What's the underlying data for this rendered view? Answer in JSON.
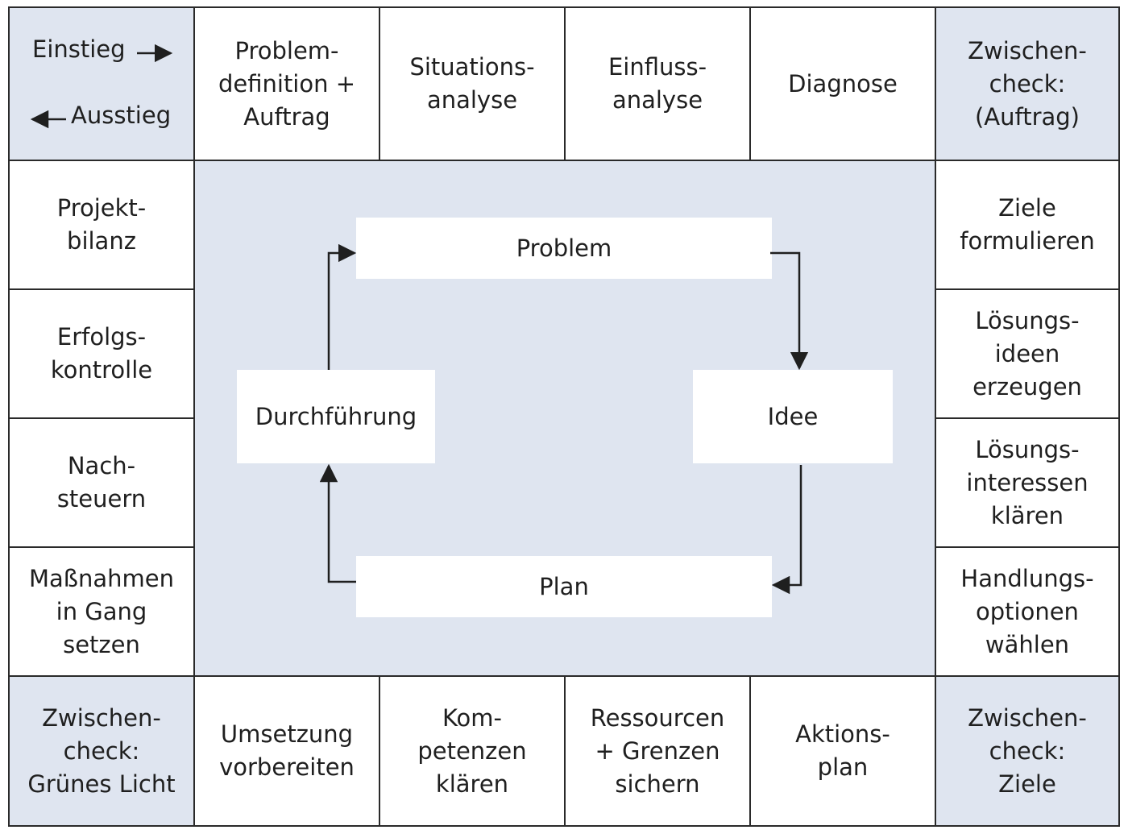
{
  "corner": {
    "entry": "Einstieg",
    "exit": "Ausstieg"
  },
  "top_row": [
    "Problem-\ndefinition +\nAuftrag",
    "Situations-\nanalyse",
    "Einfluss-\nanalyse",
    "Diagnose"
  ],
  "right_top_check": "Zwischen-\ncheck:\n(Auftrag)",
  "left_column": [
    "Projekt-\nbilanz",
    "Erfolgs-\nkontrolle",
    "Nach-\nsteuern",
    "Maßnahmen\nin Gang\nsetzen"
  ],
  "right_column": [
    "Ziele\nformulieren",
    "Lösungs-\nideen\nerzeugen",
    "Lösungs-\ninteressen\nklären",
    "Handlungs-\noptionen\nwählen"
  ],
  "bottom_left_check": "Zwischen-\ncheck:\nGrünes Licht",
  "bottom_row": [
    "Umsetzung\nvorbereiten",
    "Kom-\npetenzen\nklären",
    "Ressourcen\n+ Grenzen\nsichern",
    "Aktions-\nplan"
  ],
  "bottom_right_check": "Zwischen-\ncheck:\nZiele",
  "cycle": {
    "problem": "Problem",
    "idee": "Idee",
    "plan": "Plan",
    "durchfuehrung": "Durchführung"
  },
  "colors": {
    "shade": "#dfe5f0",
    "line": "#2a2a2a"
  }
}
